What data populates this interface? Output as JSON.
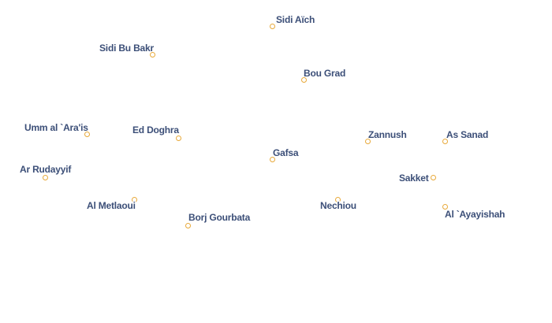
{
  "map": {
    "places": [
      {
        "id": "sidi-aich",
        "name": "Sidi Aïch"
      },
      {
        "id": "sidi-bu-bakr",
        "name": "Sidi Bu Bakr"
      },
      {
        "id": "bou-grad",
        "name": "Bou Grad"
      },
      {
        "id": "umm-al-arais",
        "name": "Umm al `Ara'is"
      },
      {
        "id": "ed-doghra",
        "name": "Ed Doghra"
      },
      {
        "id": "zannush",
        "name": "Zannush"
      },
      {
        "id": "as-sanad",
        "name": "As Sanad"
      },
      {
        "id": "gafsa",
        "name": "Gafsa"
      },
      {
        "id": "ar-rudayyif",
        "name": "Ar Rudayyif"
      },
      {
        "id": "sakket",
        "name": "Sakket"
      },
      {
        "id": "al-metlaoui",
        "name": "Al Metlaoui"
      },
      {
        "id": "nechiou",
        "name": "Nechiou"
      },
      {
        "id": "al-ayayishah",
        "name": "Al `Ayayishah"
      },
      {
        "id": "borj-gourbata",
        "name": "Borj Gourbata"
      }
    ],
    "colors": {
      "label": "#3c4f78",
      "marker_stroke": "#e8a93a",
      "background": "#ffffff"
    }
  }
}
